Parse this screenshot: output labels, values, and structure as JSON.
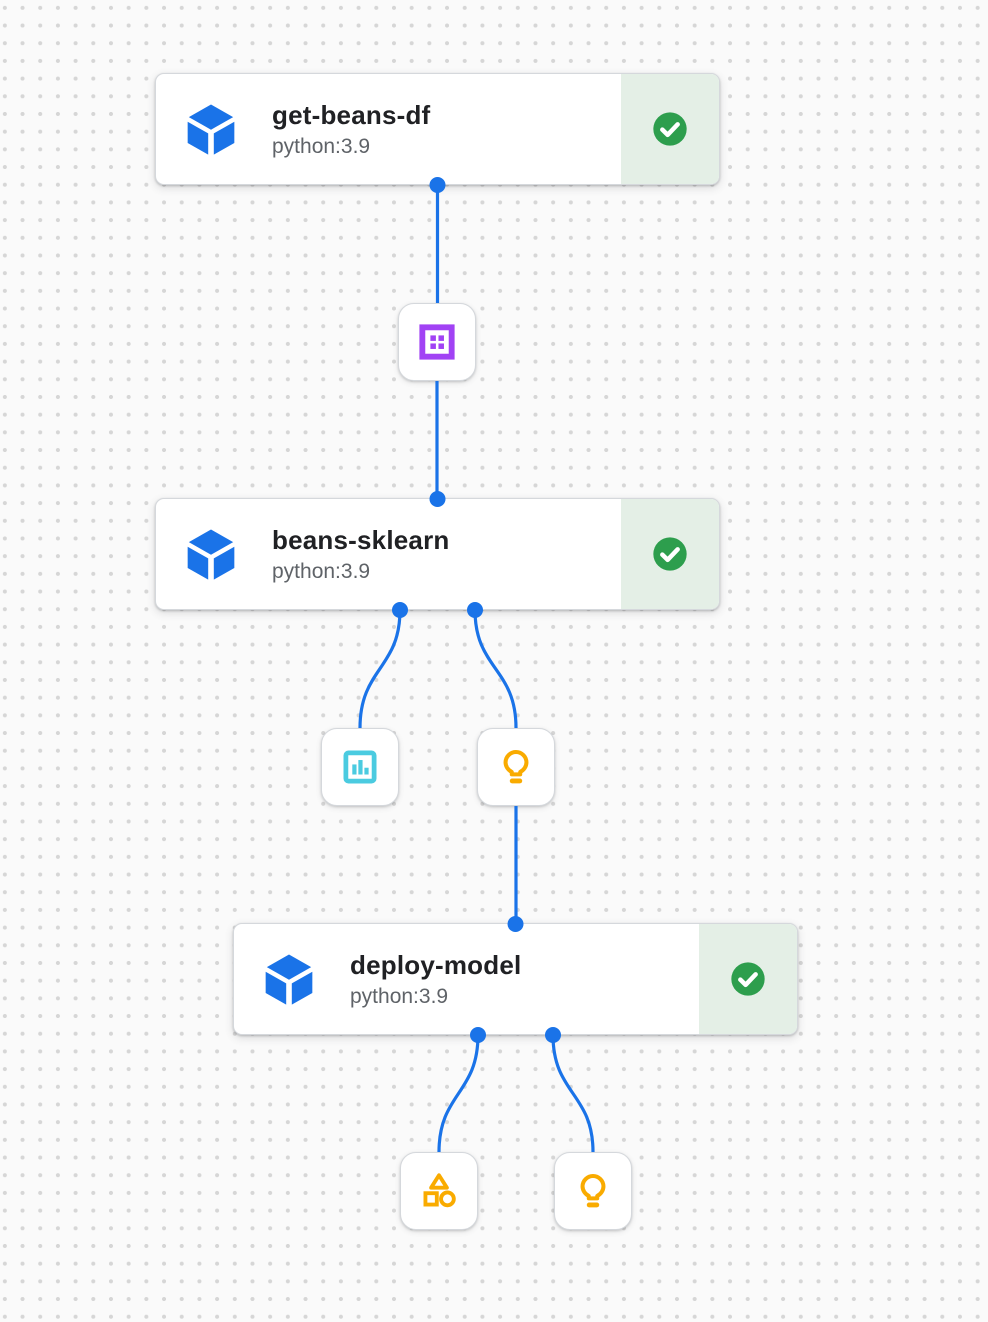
{
  "colors": {
    "canvas_bg": "#fafafa",
    "canvas_dot": "#d6d6d6",
    "card_border": "#d5d8dc",
    "title_color": "#202124",
    "subtitle_color": "#5f6368",
    "edge_blue": "#1a73e8",
    "task_icon_blue": "#1a73e8",
    "status_green": "#2d9e4d",
    "status_bg_green": "#e4efe6",
    "dataset_purple": "#a142f4",
    "metrics_cyan": "#4bcbe0",
    "model_amber": "#f9ab00"
  },
  "nodes": [
    {
      "title": "get-beans-df",
      "subtitle": "python:3.9",
      "task_icon": "cube-icon",
      "status_icon": "check-circle-icon"
    },
    {
      "title": "beans-sklearn",
      "subtitle": "python:3.9",
      "task_icon": "cube-icon",
      "status_icon": "check-circle-icon"
    },
    {
      "title": "deploy-model",
      "subtitle": "python:3.9",
      "task_icon": "cube-icon",
      "status_icon": "check-circle-icon"
    }
  ],
  "artifacts": [
    {
      "icon": "dataset-icon"
    },
    {
      "icon": "metrics-icon"
    },
    {
      "icon": "model-icon"
    },
    {
      "icon": "artifact-icon"
    },
    {
      "icon": "model-icon"
    }
  ]
}
